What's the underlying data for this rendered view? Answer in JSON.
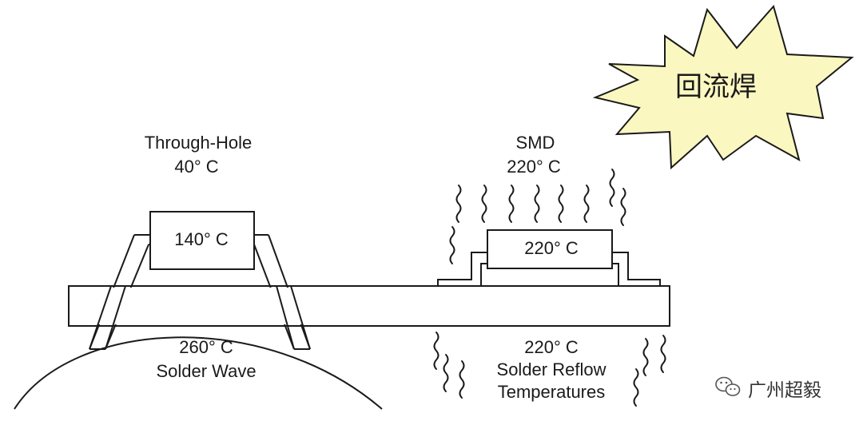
{
  "through_hole": {
    "title": "Through-Hole",
    "ambient_temp": "40° C",
    "component_temp": "140° C",
    "wave_temp": "260° C",
    "wave_label": "Solder Wave"
  },
  "smd": {
    "title": "SMD",
    "ambient_temp": "220° C",
    "component_temp": "220° C",
    "reflow_temp": "220° C",
    "reflow_label_line1": "Solder Reflow",
    "reflow_label_line2": "Temperatures"
  },
  "burst": {
    "text": "回流焊",
    "fill": "#fbf7c0"
  },
  "watermark": {
    "text": "广州超毅",
    "icon": "wechat-icon"
  }
}
